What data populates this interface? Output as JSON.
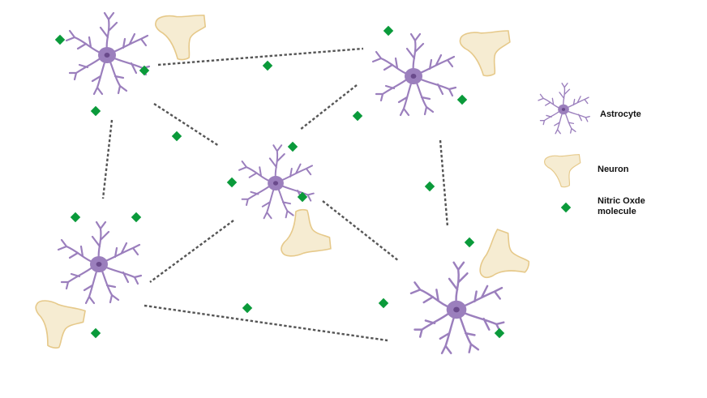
{
  "diagram": {
    "colors": {
      "astrocyte": "#9b7fbd",
      "astrocyte_nucleus": "#6a4a8c",
      "neuron_fill": "#f6ecd2",
      "neuron_stroke": "#e6c98a",
      "molecule": "#0a9a3a",
      "connector": "#555555"
    },
    "legend": {
      "astrocyte_label": "Astrocyte",
      "neuron_label": "Neuron",
      "molecule_label_line1": "Nitric Oxde",
      "molecule_label_line2": "molecule"
    },
    "legend_icons": {
      "astrocyte": "astrocyte-icon",
      "neuron": "neuron-terminal-icon",
      "molecule": "nitric-oxide-molecule-icon"
    }
  }
}
